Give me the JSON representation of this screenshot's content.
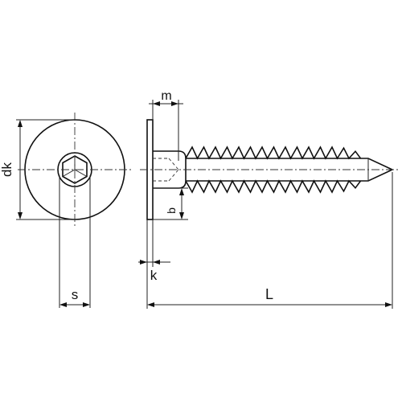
{
  "drawing": {
    "part": "tapping-screw-with-washer-face",
    "labels": {
      "dk": "dk",
      "s": "s",
      "m": "m",
      "b": "b",
      "k": "k",
      "L": "L"
    }
  }
}
